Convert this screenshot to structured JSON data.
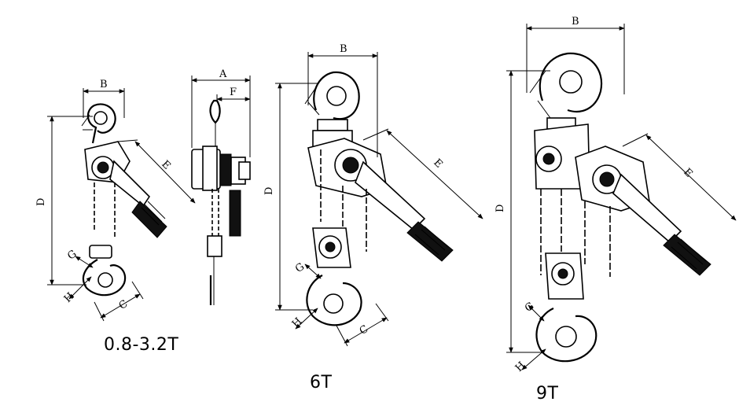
{
  "models": [
    {
      "id": "small",
      "caption": "0.8-3.2T",
      "dims": {
        "B": "B",
        "D": "D",
        "E": "E",
        "G": "G",
        "H": "H",
        "C": "C"
      },
      "side_dims": {
        "A": "A",
        "F": "F"
      }
    },
    {
      "id": "medium",
      "caption": "6T",
      "dims": {
        "B": "B",
        "D": "D",
        "E": "E",
        "G": "G",
        "H": "H",
        "C": "C"
      }
    },
    {
      "id": "large",
      "caption": "9T",
      "dims": {
        "B": "B",
        "D": "D",
        "E": "E",
        "G": "G",
        "H": "H"
      }
    }
  ]
}
